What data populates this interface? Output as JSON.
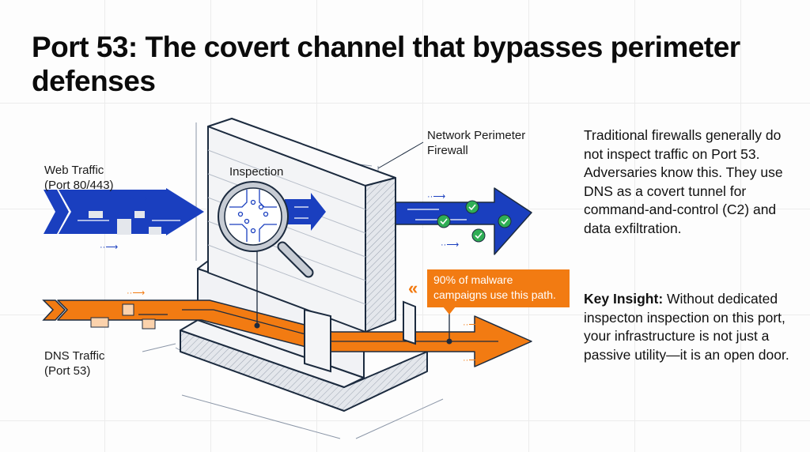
{
  "title": "Port 53: The covert channel that bypasses perimeter defenses",
  "diagram": {
    "web_traffic": {
      "line1": "Web Traffic",
      "line2": "(Port 80/443)"
    },
    "dns_traffic": {
      "line1": "DNS Traffic",
      "line2": "(Port 53)"
    },
    "inspection_label": "Inspection",
    "firewall_label": {
      "line1": "Network Perimeter",
      "line2": "Firewall"
    },
    "callout": {
      "line1": "90% of malware",
      "line2": "campaigns use this path."
    },
    "colors": {
      "web_blue": "#1a3fbf",
      "dns_orange": "#f27b12",
      "check_green": "#2fae55",
      "ink": "#1c2b3f",
      "wall": "#eef0f3"
    }
  },
  "sidebar": {
    "paragraph1": "Traditional firewalls generally do not inspect traffic on Port 53.",
    "paragraph2": "Adversaries know this. They use DNS as a covert tunnel for command-and-control (C2) and data exfiltration.",
    "key_insight_label": "Key Insight:",
    "key_insight_text": " Without dedicated inspecton inspection on this port, your infrastructure is not just a passive utility—it is an open door."
  }
}
